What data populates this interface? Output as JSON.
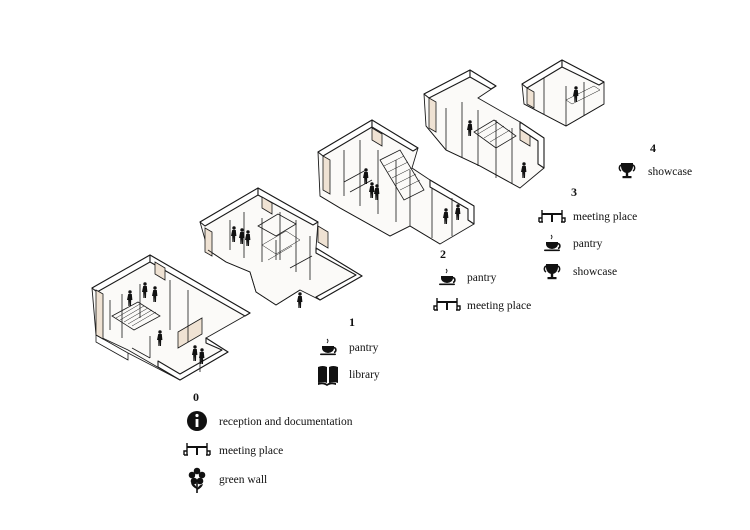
{
  "levels": [
    {
      "number": "0",
      "items": [
        "reception and documentation",
        "meeting place",
        "green wall"
      ]
    },
    {
      "number": "1",
      "items": [
        "pantry",
        "library"
      ]
    },
    {
      "number": "2",
      "items": [
        "pantry",
        "meeting place"
      ]
    },
    {
      "number": "3",
      "items": [
        "meeting place",
        "pantry",
        "showcase"
      ]
    },
    {
      "number": "4",
      "items": [
        "showcase"
      ]
    }
  ],
  "icons": {
    "info": "info-icon",
    "meeting": "meeting-table-icon",
    "flower": "flower-icon",
    "cup": "coffee-cup-icon",
    "book": "book-icon",
    "trophy": "trophy-icon"
  },
  "colors": {
    "wall_tint": "#efe2d3",
    "line": "#1a1a1a",
    "text": "#111111"
  }
}
